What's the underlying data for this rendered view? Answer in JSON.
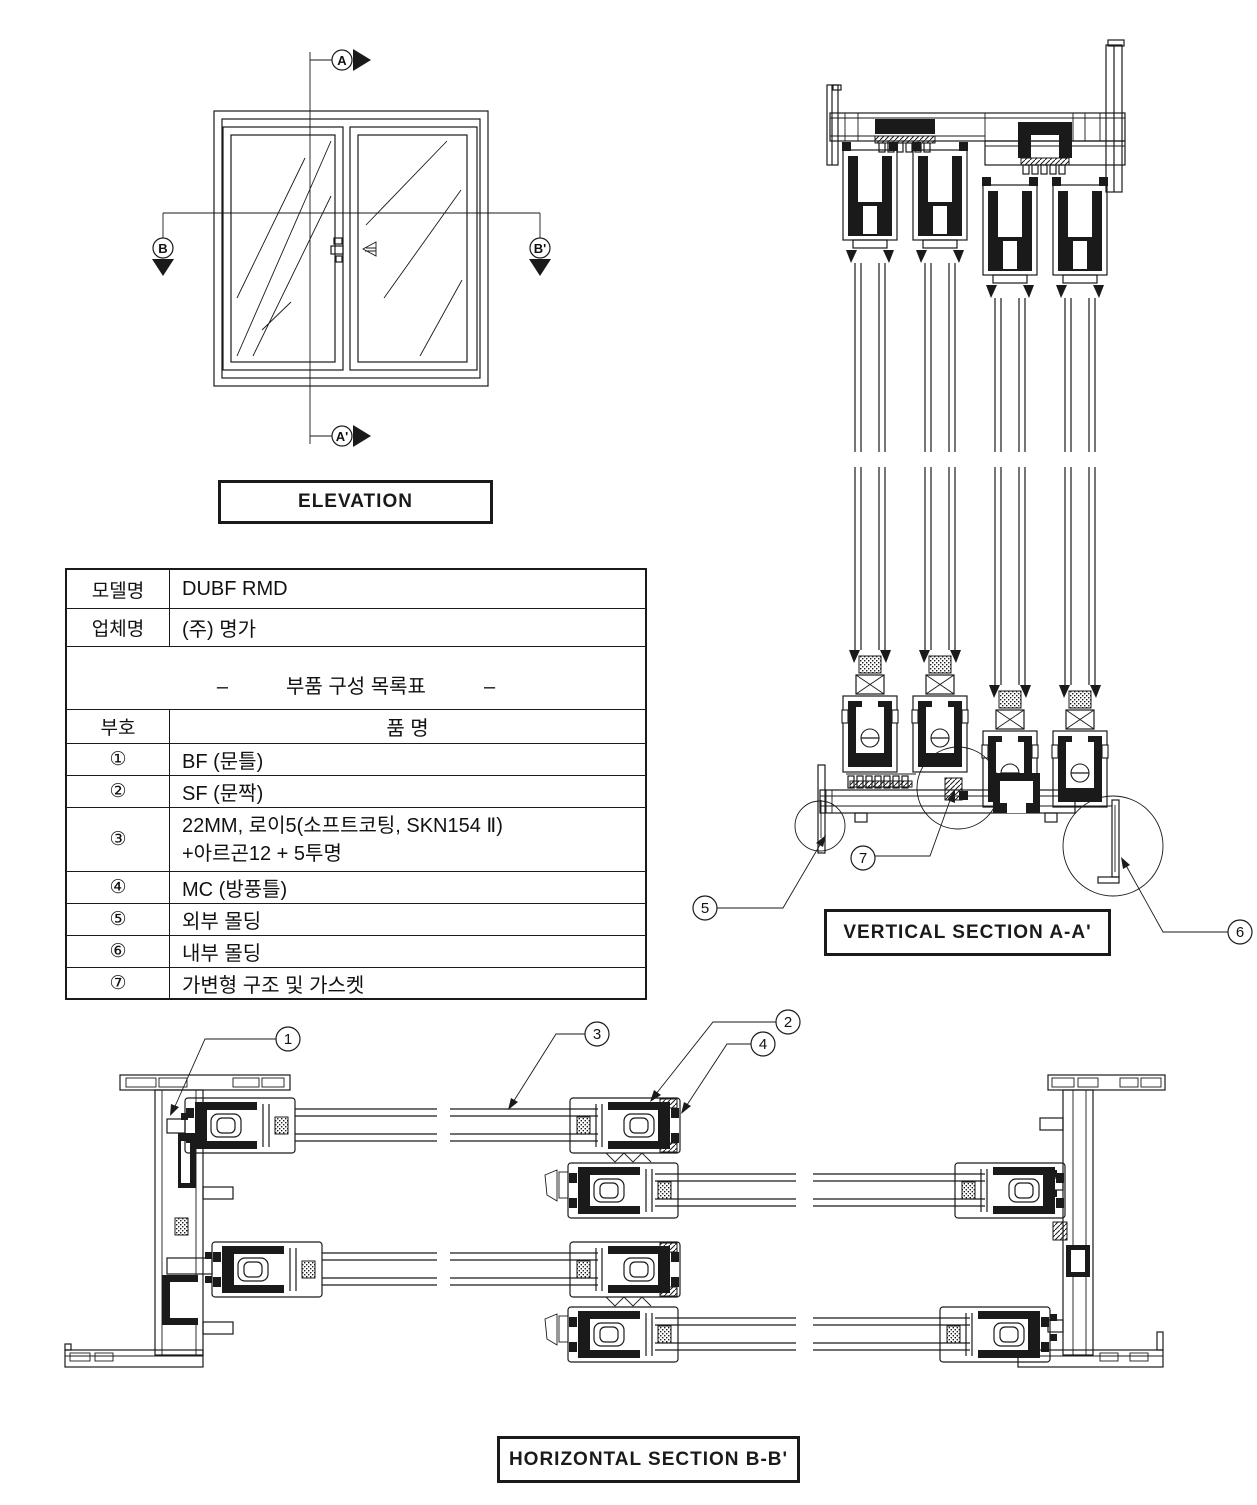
{
  "elevation": {
    "label": "ELEVATION",
    "marker_a": "A",
    "marker_a_prime": "A'",
    "marker_b": "B",
    "marker_b_prime": "B'"
  },
  "vertical_section": {
    "label": "VERTICAL SECTION A-A'",
    "callout_5": "5",
    "callout_7": "7",
    "callout_6": "6"
  },
  "horizontal_section": {
    "label": "HORIZONTAL SECTION B-B'",
    "callout_1": "1",
    "callout_3": "3",
    "callout_2": "2",
    "callout_4": "4"
  },
  "table": {
    "model_label": "모델명",
    "model_value": "DUBF RMD",
    "company_label": "업체명",
    "company_value": "(주) 명가",
    "list_title_dash_left": "–",
    "list_title": "부품 구성 목록표",
    "list_title_dash_right": "–",
    "col_no": "부호",
    "col_name": "품  명",
    "rows": [
      {
        "no": "①",
        "name": "BF (문틀)"
      },
      {
        "no": "②",
        "name": "SF (문짝)"
      },
      {
        "no": "③",
        "name": "22MM, 로이5(소프트코팅, SKN154 Ⅱ)",
        "name2": "+아르곤12 + 5투명"
      },
      {
        "no": "④",
        "name": "MC (방풍틀)"
      },
      {
        "no": "⑤",
        "name": "외부 몰딩"
      },
      {
        "no": "⑥",
        "name": "내부 몰딩"
      },
      {
        "no": "⑦",
        "name": "가변형 구조 및 가스켓"
      }
    ]
  },
  "colors": {
    "line": "#1a1a1a",
    "background": "#ffffff"
  }
}
